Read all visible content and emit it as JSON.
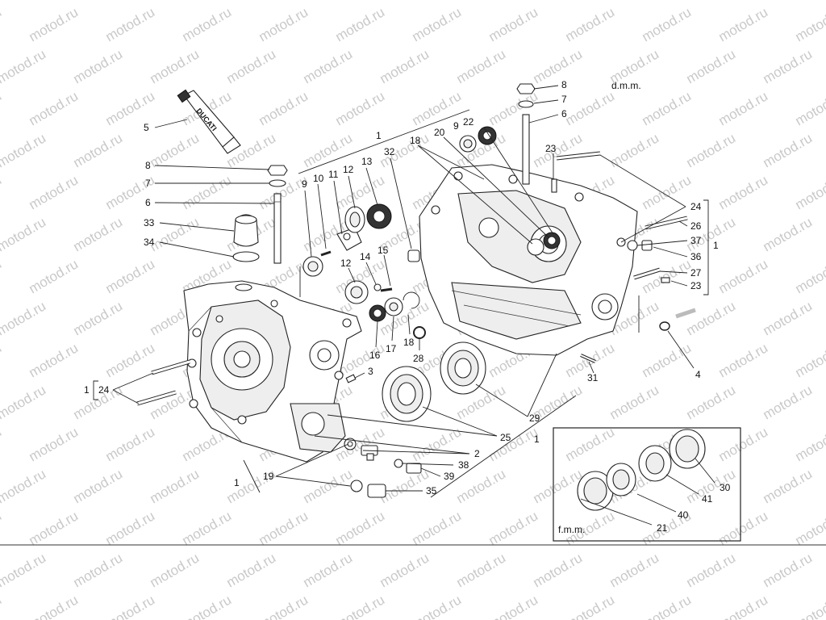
{
  "labels": {
    "l1_top": "1",
    "l2": "2",
    "l3": "3",
    "l4": "4",
    "l5": "5",
    "l6_left": "6",
    "l6_right": "6",
    "l7_left": "7",
    "l7_right": "7",
    "l8_left": "8",
    "l8_right": "8",
    "l9_a": "9",
    "l9_b": "9",
    "l10": "10",
    "l11": "11",
    "l12_a": "12",
    "l12_b": "12",
    "l13": "13",
    "l14": "14",
    "l15": "15",
    "l16": "16",
    "l17": "17",
    "l18_a": "18",
    "l18_b": "18",
    "l19": "19",
    "l20": "20",
    "l21": "21",
    "l22": "22",
    "l23_a": "23",
    "l23_b": "23",
    "l24_left": "24",
    "l24_right": "24",
    "l25": "25",
    "l26": "26",
    "l27": "27",
    "l28": "28",
    "l29": "29",
    "l30": "30",
    "l31": "31",
    "l32": "32",
    "l33": "33",
    "l34": "34",
    "l35": "35",
    "l36": "36",
    "l37": "37",
    "l38": "38",
    "l39": "39",
    "l40": "40",
    "l41": "41",
    "l1_left": "1",
    "l1_right": "1",
    "l1_bottom": "1",
    "l1_bottomleft": "1"
  },
  "notes": {
    "dmm": "d.m.m.",
    "fmm": "f.m.m."
  },
  "tube_brand": "DUCATI",
  "watermark": "motod.ru"
}
